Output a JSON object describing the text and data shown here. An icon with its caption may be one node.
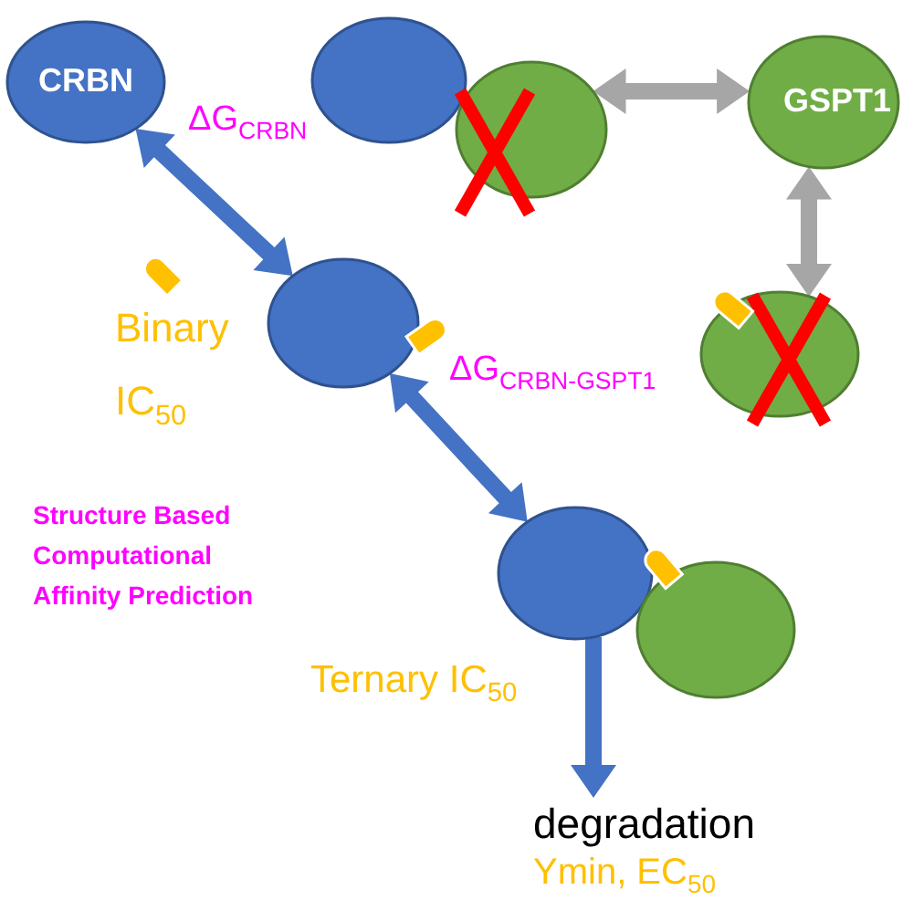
{
  "diagram": {
    "nodes": [
      {
        "text": [
          "CRBN"
        ]
      },
      {
        "text": [],
        "shape": "circle"
      },
      {
        "text": [],
        "shape": "circle"
      },
      {
        "text": [
          "GSPT1"
        ]
      },
      {
        "text": [],
        "shape": "circle"
      },
      {
        "text": [],
        "shape": "circle"
      },
      {
        "text": [],
        "shape": "circle"
      },
      {
        "text": [],
        "shape": "circle"
      },
      {
        "text": [
          "degradation",
          "Ymin, EC$_{50}$"
        ]
      }
    ],
    "edges": [
      {
        "from": 0,
        "to": 4,
        "arrow": "both",
        "label": "ΔG$_{CRBN}$"
      },
      {
        "from": 2,
        "to": 3,
        "arrow": "both",
        "color": "#a6a6a6"
      },
      {
        "from": 3,
        "to": 5,
        "arrow": "both",
        "color": "#a6a6a6"
      },
      {
        "from": 4,
        "to": 6,
        "arrow": "both",
        "label": "ΔG$_{CRBN-GSPT1}$"
      },
      {
        "from": 6,
        "to": 8,
        "arrow": "to"
      }
    ],
    "labels": [
      "Binary IC$_{50}$",
      "Ternary IC$_{50}$",
      "Structure Based Computational Affinity Prediction"
    ]
  }
}
